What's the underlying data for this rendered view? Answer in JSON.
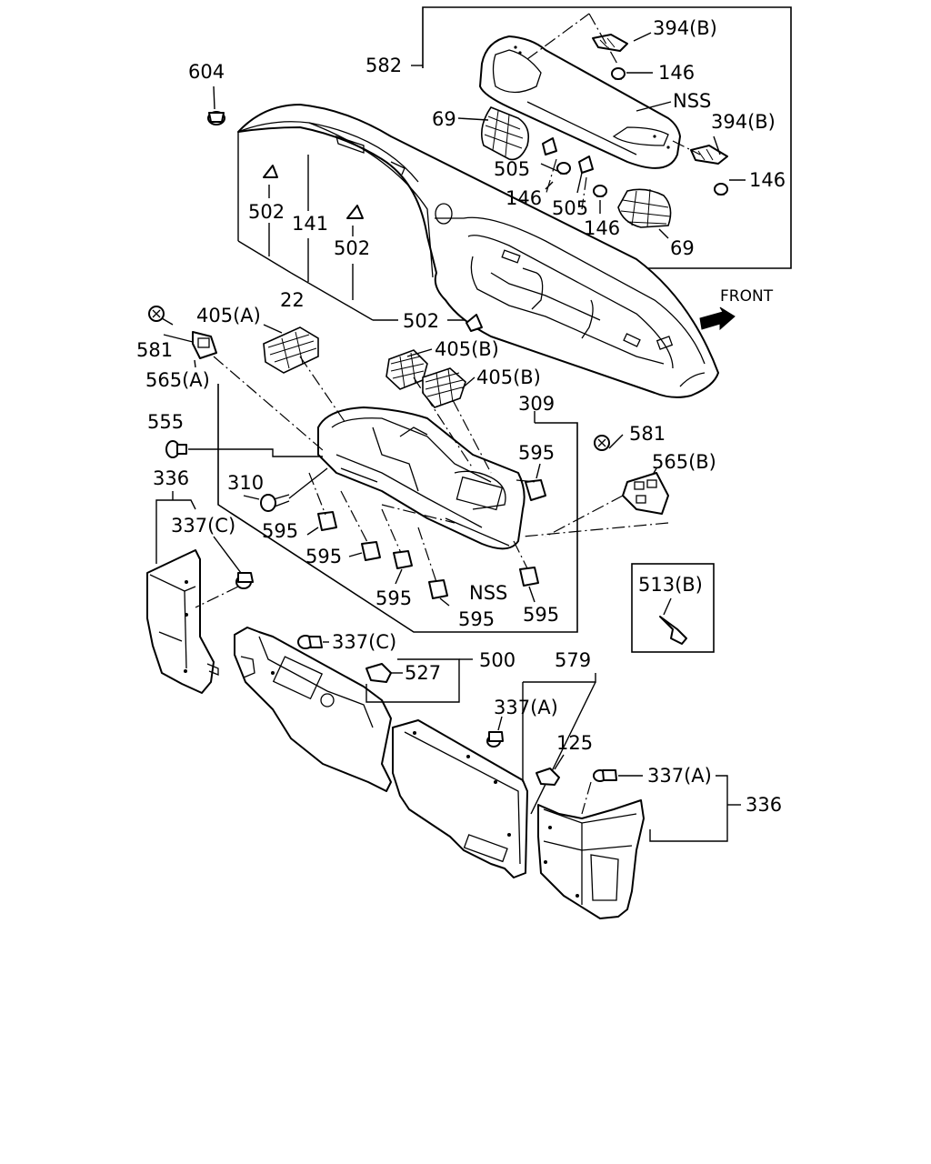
{
  "labels": {
    "l582": "582",
    "l604": "604",
    "l394b_top": "394(B)",
    "l146_a": "146",
    "l_nss_top": "NSS",
    "l394b_right": "394(B)",
    "l69_left": "69",
    "l146_b": "146",
    "l505_left": "505",
    "l146_c": "146",
    "l505_right": "505",
    "l146_d": "146",
    "l69_right": "69",
    "l502_left": "502",
    "l141": "141",
    "l502_mid": "502",
    "l22": "22",
    "l502_bottom": "502",
    "l_front": "FRONT",
    "l405a": "405(A)",
    "l405b_top": "405(B)",
    "l405b_bot": "405(B)",
    "l581_left": "581",
    "l565a": "565(A)",
    "l309": "309",
    "l555": "555",
    "l581_right": "581",
    "l595_tr": "595",
    "l565b": "565(B)",
    "l310": "310",
    "l336_left": "336",
    "l337c_left": "337(C)",
    "l595_a": "595",
    "l595_b": "595",
    "l595_c": "595",
    "l_nss_mid": "NSS",
    "l595_d": "595",
    "l595_e": "595",
    "l513b": "513(B)",
    "l337c_mid": "337(C)",
    "l500": "500",
    "l527": "527",
    "l579": "579",
    "l337a_mid": "337(A)",
    "l125": "125",
    "l337a_right": "337(A)",
    "l336_right": "336"
  },
  "icons": {
    "front_arrow": "front-direction-arrow-icon"
  }
}
